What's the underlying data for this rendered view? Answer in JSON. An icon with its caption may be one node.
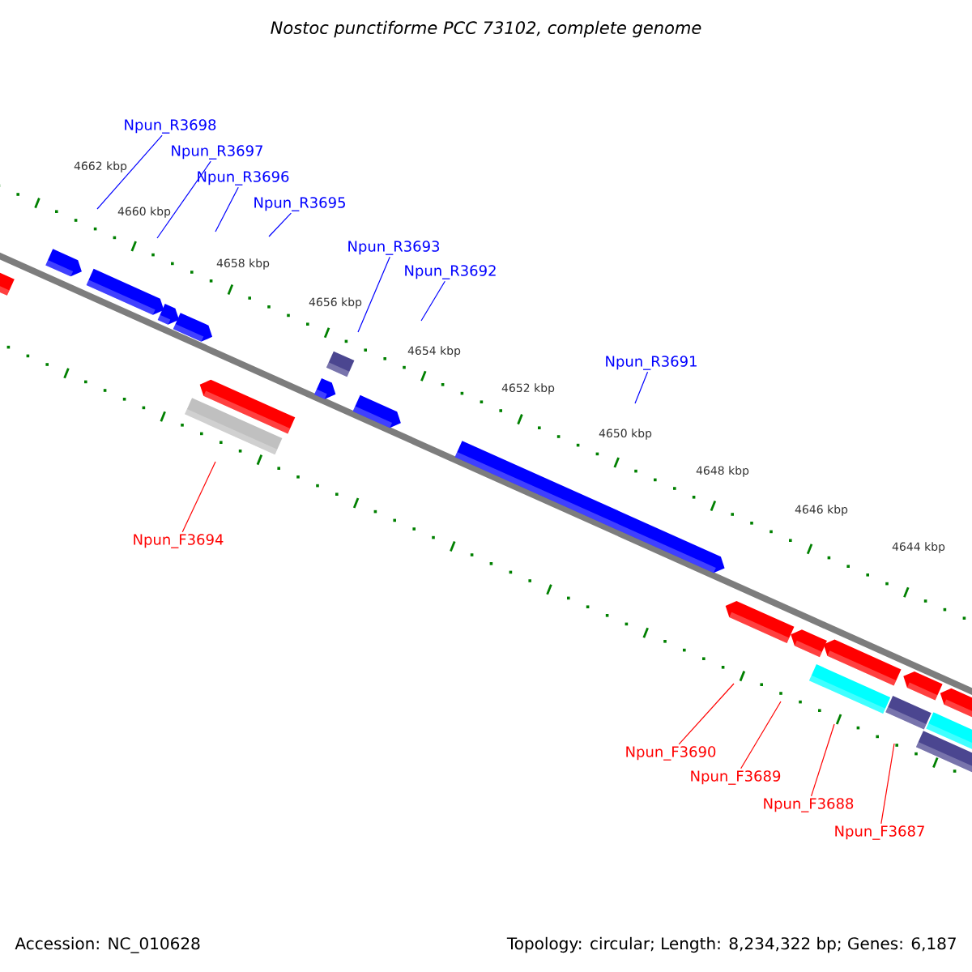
{
  "diagram": {
    "title": "Nostoc punctiforme PCC 73102, complete genome",
    "nodes": [
      {
        "text": [
          "Npun_R3698"
        ]
      },
      {
        "text": [
          "Npun_R3697"
        ]
      },
      {
        "text": [
          "Npun_R3696"
        ]
      },
      {
        "text": [
          "Npun_R3695"
        ]
      },
      {
        "text": [
          "Npun_R3693"
        ]
      },
      {
        "text": [
          "Npun_R3692"
        ]
      },
      {
        "text": [
          "Npun_R3691"
        ]
      },
      {
        "text": [
          "Npun_F3694"
        ]
      },
      {
        "text": [
          "Npun_F3690"
        ]
      },
      {
        "text": [
          "Npun_F3689"
        ]
      },
      {
        "text": [
          "Npun_F3688"
        ]
      },
      {
        "text": [
          "Npun_F3687"
        ]
      }
    ],
    "edges": [
      {
        "from": 0,
        "to": null,
        "arrow": "none"
      },
      {
        "from": 1,
        "to": null,
        "arrow": "none"
      },
      {
        "from": 2,
        "to": null,
        "arrow": "none"
      },
      {
        "from": 3,
        "to": null,
        "arrow": "none"
      },
      {
        "from": 4,
        "to": null,
        "arrow": "none"
      },
      {
        "from": 5,
        "to": null,
        "arrow": "none"
      },
      {
        "from": 6,
        "to": null,
        "arrow": "none"
      },
      {
        "from": 7,
        "to": null,
        "arrow": "none",
        "color": "#ff0000"
      },
      {
        "from": 8,
        "to": null,
        "arrow": "none",
        "color": "#ff0000"
      },
      {
        "from": 9,
        "to": null,
        "arrow": "none",
        "color": "#ff0000"
      },
      {
        "from": 10,
        "to": null,
        "arrow": "none",
        "color": "#ff0000"
      },
      {
        "from": 11,
        "to": null,
        "arrow": "none",
        "color": "#ff0000"
      }
    ],
    "labels": [
      "4662 kbp",
      "4660 kbp",
      "4658 kbp",
      "4656 kbp",
      "4654 kbp",
      "4652 kbp",
      "4650 kbp",
      "4648 kbp",
      "4646 kbp",
      "4644 kbp",
      "Accession: NC_010628",
      "Topology: circular; Length: 8,234,322 bp; Genes: 6,187"
    ]
  }
}
